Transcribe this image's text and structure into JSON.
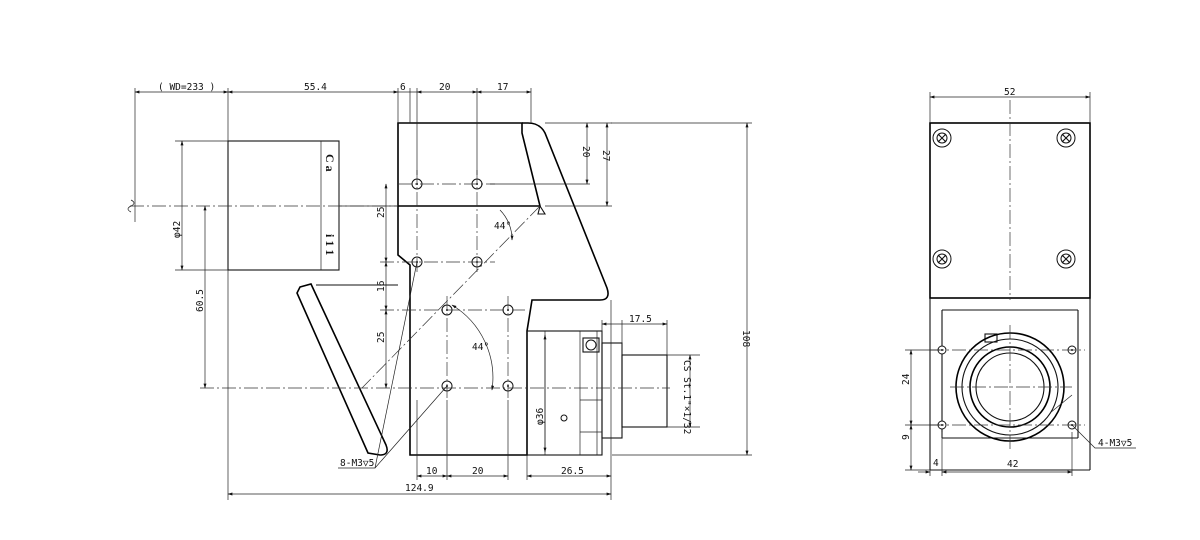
{
  "side_view": {
    "wd": "( WD=233 )",
    "lens_len": "55.4",
    "gap": "6",
    "hole_pitch_x": "20",
    "edge_top": "17",
    "top_20": "20",
    "top_27": "27",
    "angle_top": "44°",
    "angle_mid": "44°",
    "pitch_25a": "25",
    "pitch_16": "16",
    "pitch_25b": "25",
    "height_108": "108",
    "dia_42": "φ42",
    "offset_60_5": "60.5",
    "dia_36": "φ36",
    "thread": "CS St.1\"×1/32",
    "flange_17_5": "17.5",
    "bottom_10": "10",
    "bottom_20": "20",
    "bottom_26_5": "26.5",
    "total_124_9": "124.9",
    "screw_note": "8-M3▽5",
    "brand_a": "C a",
    "brand_b": "i 1 1"
  },
  "front_view": {
    "width_52": "52",
    "dim_24": "24",
    "dim_9": "9",
    "dim_4": "4",
    "dim_42": "42",
    "screw_note": "4-M3▽5"
  },
  "colors": {
    "line": "#111111",
    "background": "#ffffff"
  }
}
